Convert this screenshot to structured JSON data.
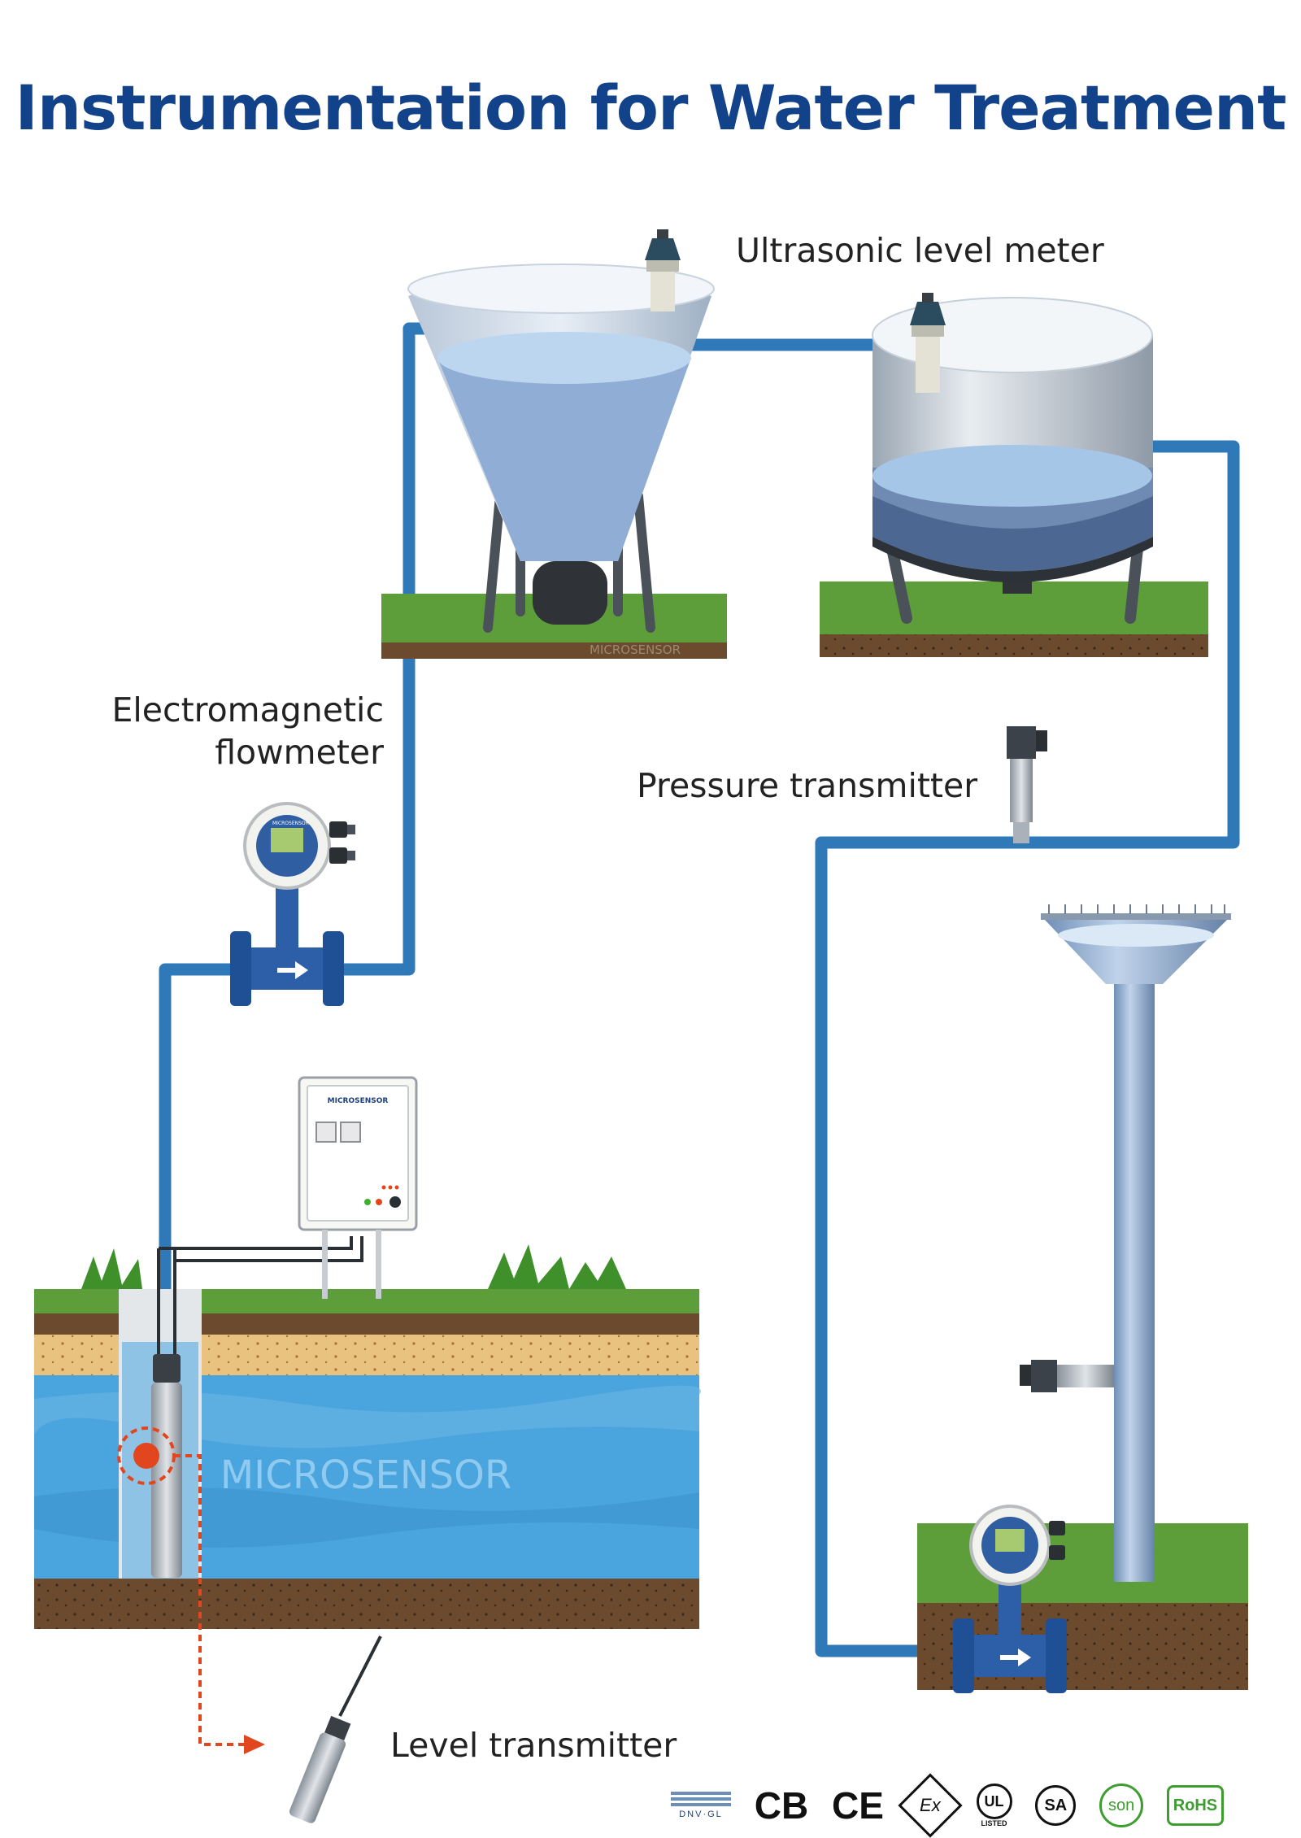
{
  "title": "Instrumentation for Water Treatment",
  "labels": {
    "ultrasonic": "Ultrasonic level meter",
    "electromagnetic_line1": "Electromagnetic",
    "electromagnetic_line2": "flowmeter",
    "pressure": "Pressure transmitter",
    "level": "Level transmitter"
  },
  "brand": {
    "watermark": "MICROSENSOR",
    "panel": "MICROSENSOR",
    "meter_face": "MICROSENSOR"
  },
  "certifications": [
    "DNV·GL",
    "CB",
    "CE",
    "Ex",
    "UL",
    "SA",
    "son",
    "RoHS"
  ],
  "colors": {
    "title": "#12428a",
    "pipe": "#2f79b8",
    "water": "#4aa4dd",
    "grass": "#5d9e3a",
    "soil": "#6b4a2e",
    "indicator": "#e2461f"
  },
  "icons": [
    "ultrasonic-sensor-icon",
    "pressure-transmitter-icon",
    "electromagnetic-flowmeter-icon",
    "level-transmitter-icon",
    "control-panel-icon"
  ]
}
